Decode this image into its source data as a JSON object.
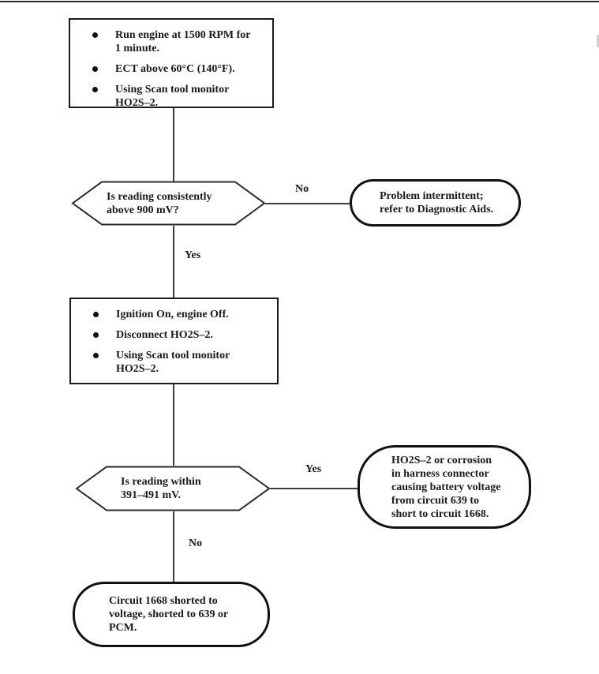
{
  "document": {
    "kind": "diagnostic-flowchart",
    "background": "#ffffff",
    "ink_color": "#1a1a1a"
  },
  "nodes": {
    "step1": {
      "shape": "rectangle",
      "bullets": [
        "Run engine at 1500 RPM for\n1 minute.",
        "ECT above 60°C (140°F).",
        "Using Scan tool monitor\nHO2S–2."
      ]
    },
    "decision1": {
      "shape": "hexagon",
      "text": "Is reading consistently\nabove 900 mV?"
    },
    "result_no1": {
      "shape": "stadium",
      "text": "Problem intermittent;\nrefer to Diagnostic Aids."
    },
    "step2": {
      "shape": "rectangle",
      "bullets": [
        "Ignition On, engine Off.",
        "Disconnect HO2S–2.",
        "Using Scan tool monitor\nHO2S–2."
      ]
    },
    "decision2": {
      "shape": "hexagon",
      "text": "Is reading within\n391–491 mV."
    },
    "result_yes2": {
      "shape": "stadium",
      "text": "HO2S–2 or corrosion\nin harness connector\ncausing battery voltage\nfrom circuit 639 to\nshort to circuit 1668."
    },
    "result_no2": {
      "shape": "stadium",
      "text": "Circuit 1668 shorted to\nvoltage, shorted to 639 or\nPCM."
    }
  },
  "edge_labels": {
    "decision1_no": "No",
    "decision1_yes": "Yes",
    "decision2_yes": "Yes",
    "decision2_no": "No"
  }
}
